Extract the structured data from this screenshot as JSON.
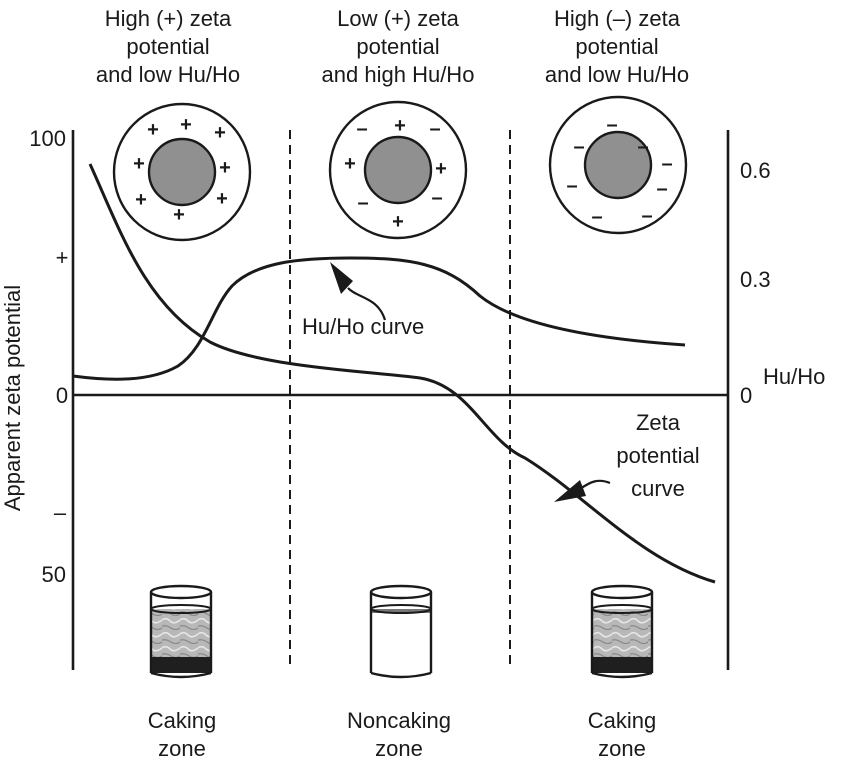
{
  "zones": [
    {
      "header": [
        "High (+) zeta",
        "potential",
        "and low Hu/Ho"
      ],
      "charge_signs": [
        "+",
        "+",
        "+",
        "+",
        "+",
        "+",
        "+",
        "+",
        "+"
      ],
      "footer": [
        "Caking",
        "zone"
      ],
      "sediment": "caked"
    },
    {
      "header": [
        "Low (+) zeta",
        "potential",
        "and high Hu/Ho"
      ],
      "charge_signs": [
        "–",
        "+",
        "–",
        "+",
        "+",
        "–",
        "–",
        "+"
      ],
      "footer": [
        "Noncaking",
        "zone"
      ],
      "sediment": "noncaked"
    },
    {
      "header": [
        "High (–) zeta",
        "potential",
        "and low Hu/Ho"
      ],
      "charge_signs": [
        "–",
        "–",
        "–",
        "–",
        "–",
        "–",
        "–",
        "–"
      ],
      "footer": [
        "Caking",
        "zone"
      ],
      "sediment": "caked"
    }
  ],
  "left_axis": {
    "title": "Apparent zeta potential",
    "ticks": [
      "100",
      "+",
      "0",
      "–",
      "50"
    ]
  },
  "right_axis": {
    "title": "Hu/Ho",
    "ticks": [
      "0.6",
      "0.3",
      "0"
    ]
  },
  "annotations": {
    "hu_ho_curve": "Hu/Ho curve",
    "zeta_curve": [
      "Zeta",
      "potential",
      "curve"
    ]
  },
  "colors": {
    "ink": "#1a1a1a",
    "particle_core": "#909090",
    "suspension": "#b8b8b8",
    "cake": "#1f1f1f"
  }
}
